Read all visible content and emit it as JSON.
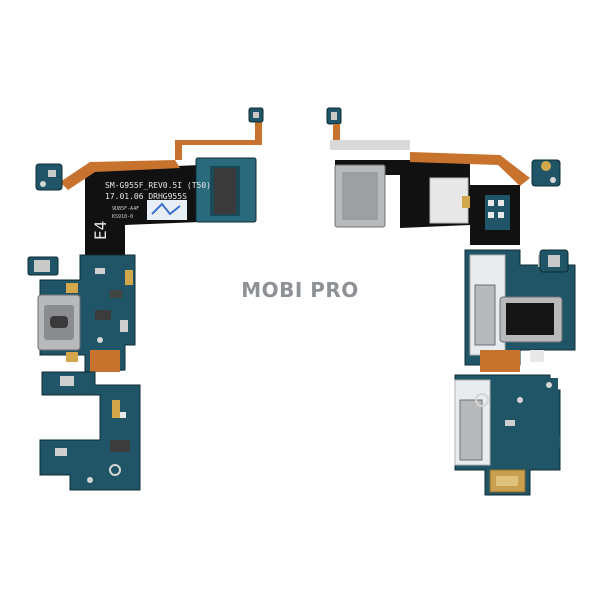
{
  "watermark": "MOBI PRO",
  "left_board": {
    "model_line": "SM-G955F_REV0.5I (T50)",
    "date_line": "17.01.06 DRHG955S",
    "code_line": "E4",
    "small_label_1": "9U85F-A4F",
    "small_label_2": "KS910-0"
  },
  "colors": {
    "pcb": "#1f5566",
    "pcb_dark": "#15404e",
    "flex": "#111111",
    "flex_copper": "#c8732d",
    "steel": "#b7b9bb",
    "gold": "#d2a64b"
  }
}
